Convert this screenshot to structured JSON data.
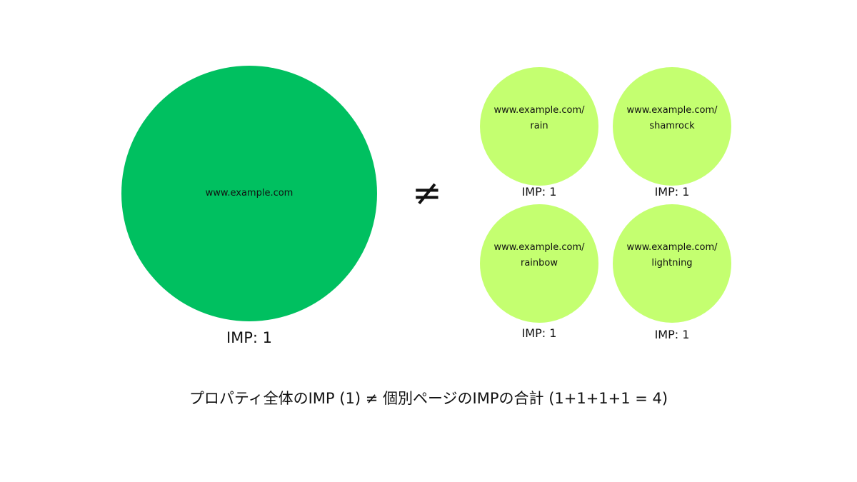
{
  "colors": {
    "main_circle": "#00c060",
    "page_circle": "#c4ff70",
    "text": "#111111"
  },
  "property": {
    "url": "www.example.com",
    "imp": "IMP: 1"
  },
  "operator": "≠",
  "pages": [
    {
      "url": "www.example.com/\nrain",
      "imp": "IMP: 1"
    },
    {
      "url": "www.example.com/\nshamrock",
      "imp": "IMP: 1"
    },
    {
      "url": "www.example.com/\nrainbow",
      "imp": "IMP: 1"
    },
    {
      "url": "www.example.com/\nlightning",
      "imp": "IMP: 1"
    }
  ],
  "caption": "プロパティ全体のIMP (1) ≠ 個別ページのIMPの合計 (1+1+1+1 = 4)"
}
